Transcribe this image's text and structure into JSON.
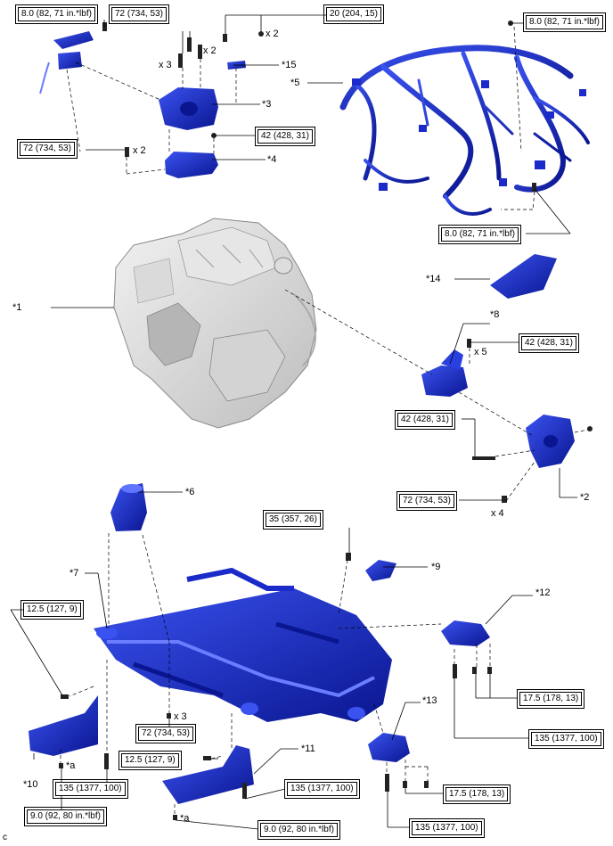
{
  "callouts": {
    "c1": "*1",
    "c2": "*2",
    "c3": "*3",
    "c4": "*4",
    "c5": "*5",
    "c6": "*6",
    "c7": "*7",
    "c8": "*8",
    "c9": "*9",
    "c10": "*10",
    "c11": "*11",
    "c12": "*12",
    "c13": "*13",
    "c14": "*14",
    "c15": "*15",
    "a1": "*a",
    "a2": "*a"
  },
  "torques": {
    "t_8_tl": "8.0 (82, 71 in.*lbf)",
    "t_72_top": "72 (734, 53)",
    "t_20": "20 (204, 15)",
    "t_8_tr": "8.0 (82, 71 in.*lbf)",
    "t_72_left": "72 (734, 53)",
    "t_42_top": "42 (428, 31)",
    "t_8_mid": "8.0 (82, 71 in.*lbf)",
    "t_42_r1": "42 (428, 31)",
    "t_42_r2": "42 (428, 31)",
    "t_72_r": "72 (734, 53)",
    "t_35": "35 (357, 26)",
    "t_12_5_a": "12.5 (127, 9)",
    "t_17_5_a": "17.5 (178, 13)",
    "t_135_a": "135 (1377, 100)",
    "t_72_bottom": "72 (734, 53)",
    "t_12_5_b": "12.5 (127, 9)",
    "t_135_b": "135 (1377, 100)",
    "t_17_5_b": "17.5 (178, 13)",
    "t_135_c": "135 (1377, 100)",
    "t_9_a": "9.0 (92, 80 in.*lbf)",
    "t_135_d": "135 (1377, 100)",
    "t_9_b": "9.0 (92, 80 in.*lbf)"
  },
  "quantities": {
    "q_x2_a": "x 2",
    "q_x3_a": "x 3",
    "q_x2_b": "x 2",
    "q_x2_c": "x 2",
    "q_x5": "x 5",
    "q_x4": "x 4",
    "q_x3_b": "x 3"
  },
  "figure_code": "c",
  "colors": {
    "part_blue": "#1f2fd0",
    "part_dark": "#0a147a",
    "engine_grey": "#c9c9c9",
    "line": "#000000"
  }
}
